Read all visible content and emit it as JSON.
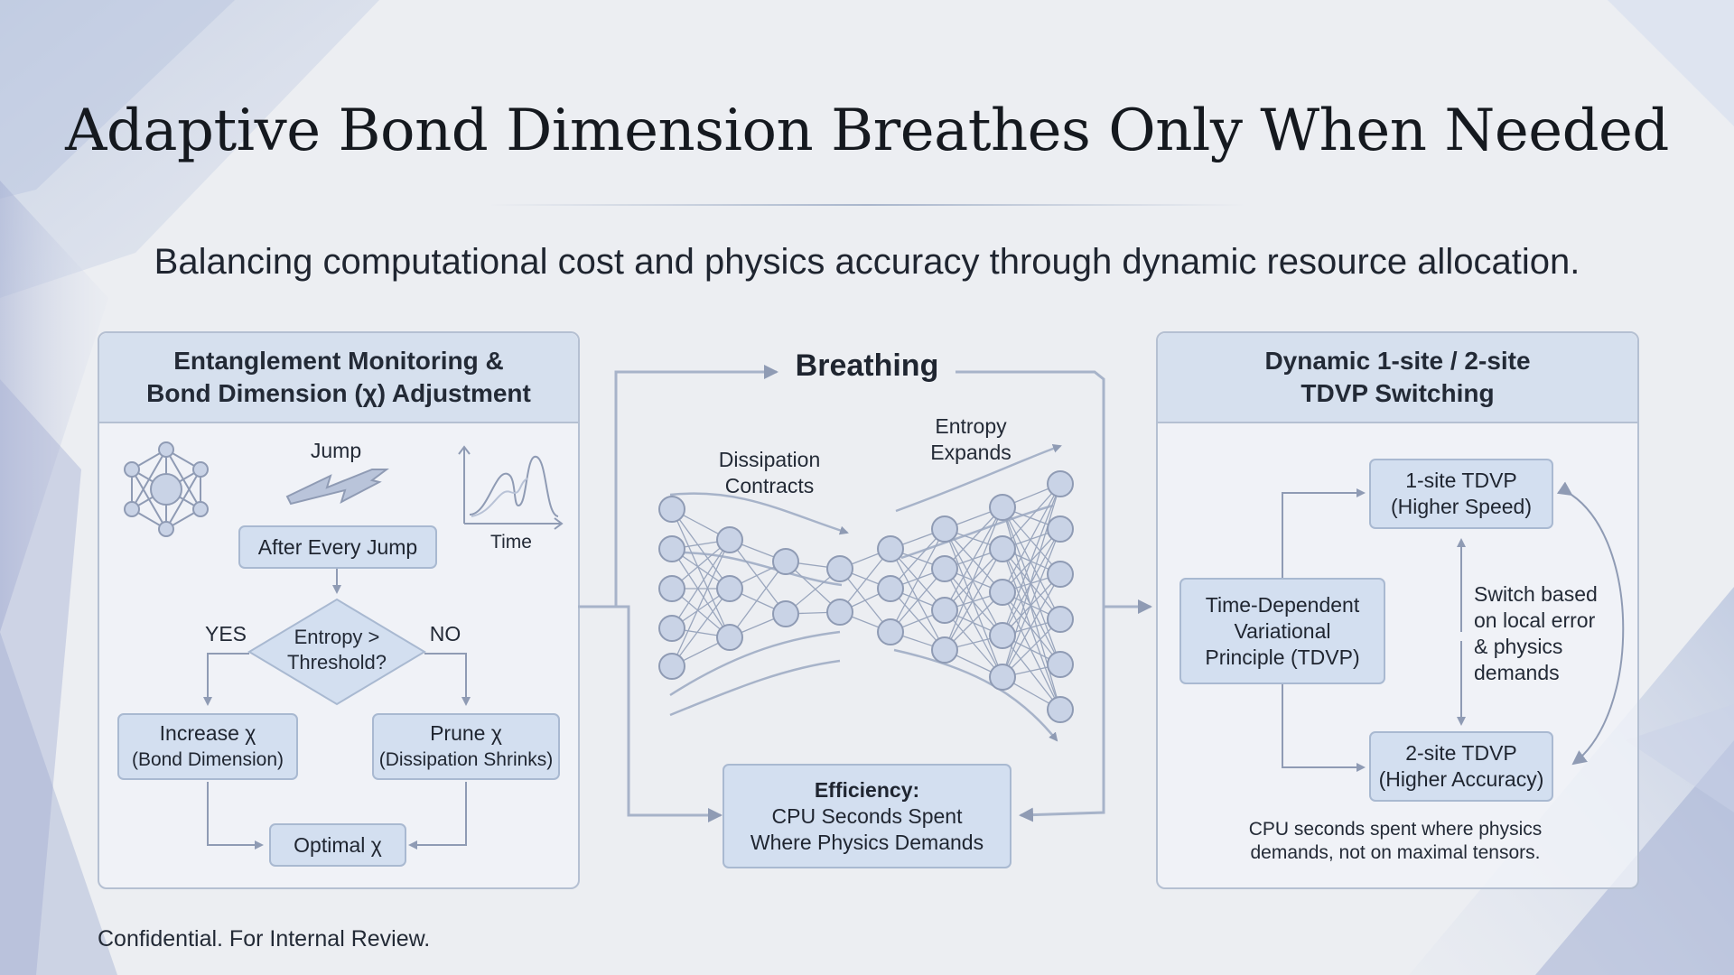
{
  "title": "Adaptive Bond Dimension Breathes Only When Needed",
  "subtitle": "Balancing computational cost and physics accuracy through dynamic resource allocation.",
  "left_panel": {
    "header_line1": "Entanglement Monitoring &",
    "header_line2": "Bond Dimension (χ) Adjustment",
    "jump_label": "Jump",
    "time_label": "Time",
    "after_jump": "After Every Jump",
    "decision_line1": "Entropy >",
    "decision_line2": "Threshold?",
    "yes": "YES",
    "no": "NO",
    "increase_line1": "Increase χ",
    "increase_line2": "(Bond Dimension)",
    "prune_line1": "Prune χ",
    "prune_line2": "(Dissipation Shrinks)",
    "optimal": "Optimal χ"
  },
  "middle_panel": {
    "title": "Breathing",
    "dissipation_line1": "Dissipation",
    "dissipation_line2": "Contracts",
    "entropy_line1": "Entropy",
    "entropy_line2": "Expands",
    "efficiency_line1": "Efficiency:",
    "efficiency_line2": "CPU Seconds Spent",
    "efficiency_line3": "Where Physics Demands"
  },
  "right_panel": {
    "header_line1": "Dynamic 1-site / 2-site",
    "header_line2": "TDVP Switching",
    "tdvp_line1": "Time-Dependent",
    "tdvp_line2": "Variational",
    "tdvp_line3": "Principle (TDVP)",
    "one_site_line1": "1-site TDVP",
    "one_site_line2": "(Higher Speed)",
    "two_site_line1": "2-site TDVP",
    "two_site_line2": "(Higher Accuracy)",
    "switch_line1": "Switch based",
    "switch_line2": "on local error",
    "switch_line3": "& physics",
    "switch_line4": "demands",
    "note_line1": "CPU seconds spent where physics",
    "note_line2": "demands, not on maximal tensors."
  },
  "footer": "Confidential. For Internal Review.",
  "colors": {
    "accent": "#d3dff0",
    "border": "#a9b9d1",
    "line": "#8f9bb4",
    "node_fill": "#c9d3e6"
  },
  "icons": [
    "network-icon",
    "jump-arrow-icon",
    "entropy-plot-icon"
  ]
}
